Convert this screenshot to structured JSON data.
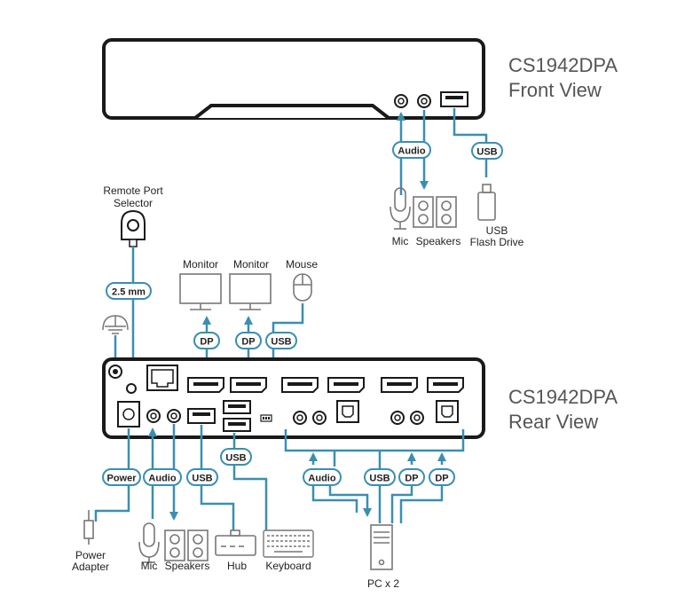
{
  "front": {
    "model": "CS1942DPA",
    "view": "Front View"
  },
  "rear": {
    "model": "CS1942DPA",
    "view": "Rear View"
  },
  "labels": {
    "audio": "Audio",
    "usb": "USB",
    "dp": "DP",
    "power": "Power",
    "cable_2_5mm": "2.5 mm"
  },
  "devices": {
    "mic": "Mic",
    "speakers": "Speakers",
    "usb_flash_1": "USB",
    "usb_flash_2": "Flash Drive",
    "remote_selector_1": "Remote Port",
    "remote_selector_2": "Selector",
    "monitor": "Monitor",
    "mouse": "Mouse",
    "power_adapter_1": "Power",
    "power_adapter_2": "Adapter",
    "hub": "Hub",
    "keyboard": "Keyboard",
    "pc": "PC x 2"
  },
  "colors": {
    "line": "#3a8fb1",
    "device": "#1a1a1a",
    "text": "#222222",
    "title": "#555555",
    "icon": "#777777"
  }
}
